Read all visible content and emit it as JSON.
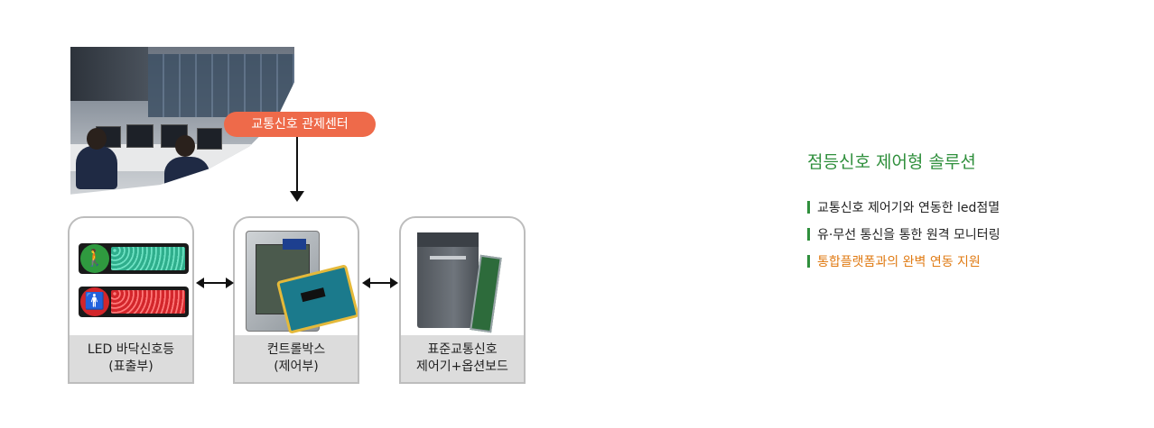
{
  "center": {
    "label": "교통신호 관제센터"
  },
  "components": [
    {
      "line1": "LED 바닥신호등",
      "line2": "(표출부)"
    },
    {
      "line1": "컨트롤박스",
      "line2": "(제어부)"
    },
    {
      "line1": "표준교통신호",
      "line2": "제어기+옵션보드"
    }
  ],
  "solution": {
    "title": "점등신호 제어형 솔루션",
    "features": [
      "교통신호 제어기와 연동한 led점멸",
      "유·무선 통신을 통한 원격 모니터링",
      "통합플랫폼과의 완벽 연동 지원"
    ]
  },
  "colors": {
    "accent_green": "#2f8f3c",
    "accent_orange": "#e07b14",
    "pill": "#ee6a4a",
    "led_green": "#2fae8c",
    "led_red": "#d3262b"
  }
}
